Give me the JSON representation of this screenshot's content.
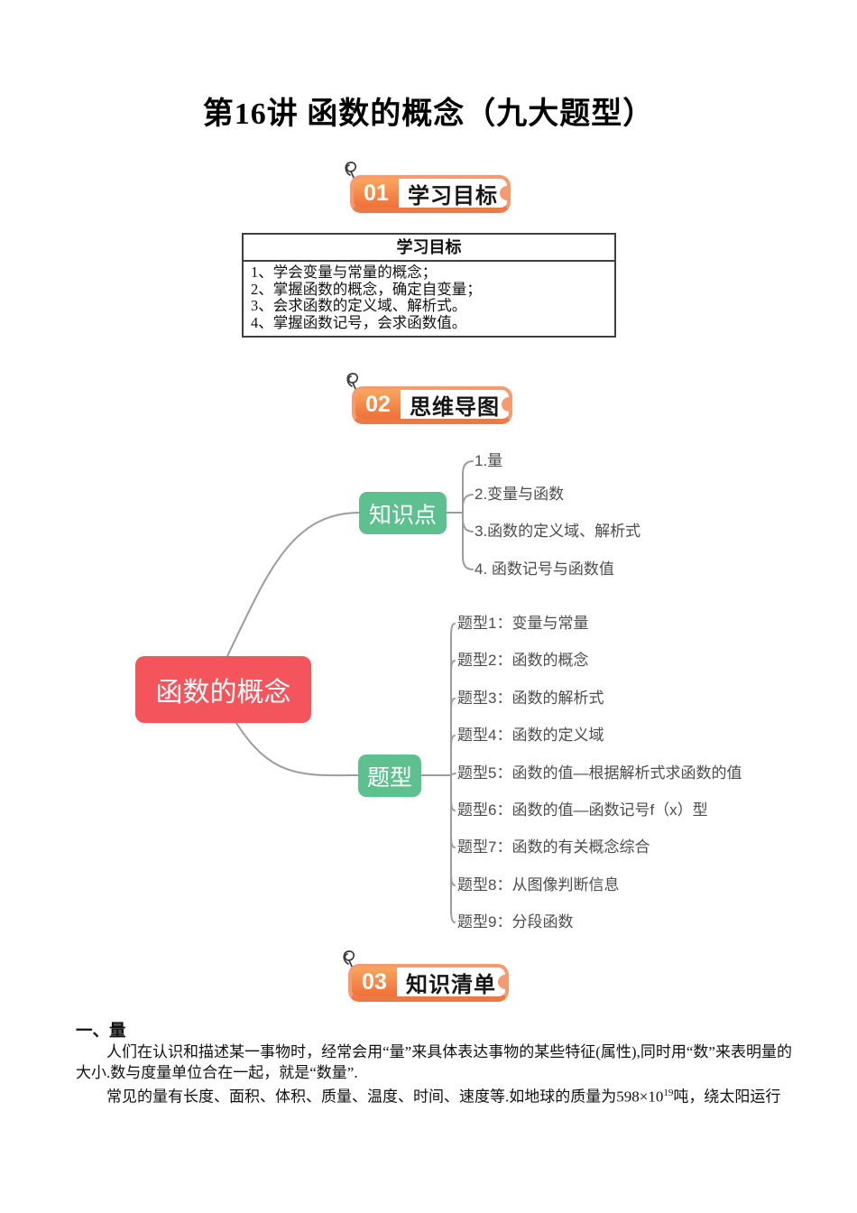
{
  "page": {
    "title": "第16讲 函数的概念（九大题型）"
  },
  "sections": {
    "s1": {
      "num": "01",
      "label": "学习目标"
    },
    "s2": {
      "num": "02",
      "label": "思维导图"
    },
    "s3": {
      "num": "03",
      "label": "知识清单"
    }
  },
  "objectives": {
    "header": "学习目标",
    "items": [
      "1、学会变量与常量的概念；",
      "2、掌握函数的概念，确定自变量；",
      "3、会求函数的定义域、解析式。",
      "4、掌握函数记号，会求函数值。"
    ]
  },
  "mindmap": {
    "root": "函数的概念",
    "knowledge": {
      "label": "知识点",
      "items": [
        "1.量",
        "2.变量与函数",
        "3.函数的定义域、解析式",
        "4. 函数记号与函数值"
      ]
    },
    "types": {
      "label": "题型",
      "items": [
        "题型1：变量与常量",
        "题型2：函数的概念",
        "题型3：函数的解析式",
        "题型4：函数的定义域",
        "题型5：函数的值—根据解析式求函数的值",
        "题型6：函数的值—函数记号f（x）型",
        "题型7：函数的有关概念综合",
        "题型8：从图像判断信息",
        "题型9：分段函数"
      ]
    }
  },
  "content": {
    "heading": "一、量",
    "para1": "人们在认识和描述某一事物时，经常会用“量”来具体表达事物的某些特征(属性),同时用“数”来表明量的大小.数与度量单位合在一起，就是“数量”.",
    "para2_part1": "常见的量有长度、面积、体积、质量、温度、时间、速度等.如地球的质量为598×10",
    "para2_sup": "19",
    "para2_part2": "吨，绕太阳运行"
  }
}
